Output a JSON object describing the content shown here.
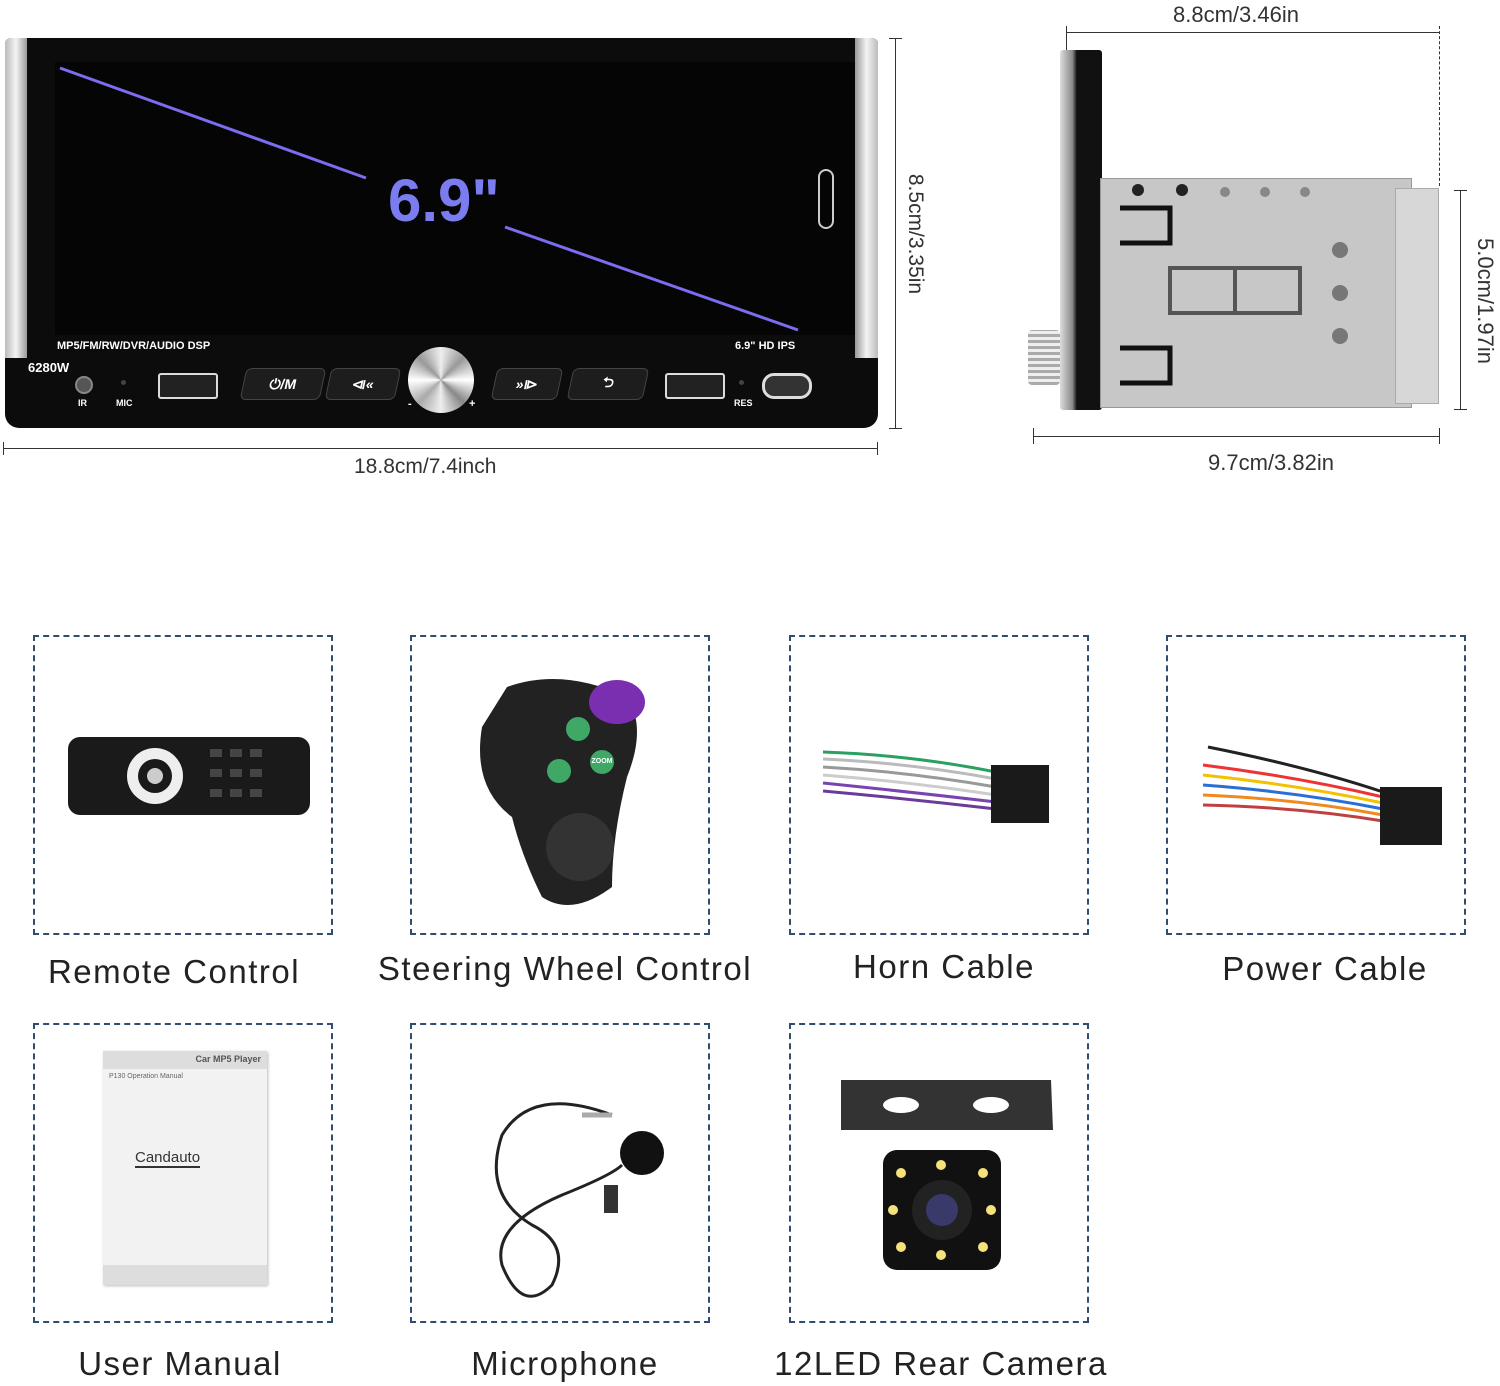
{
  "front_view": {
    "screen_size": "6.9\"",
    "feature_text": "MP5/FM/RW/DVR/AUDIO DSP",
    "display_text": "6.9\" HD IPS",
    "model": "6280W",
    "port_labels": {
      "ir": "IR",
      "mic": "MIC",
      "res": "RES"
    },
    "buttons": [
      "⏻/M",
      "⧏«",
      "»⧐",
      "⮌"
    ],
    "knob_minus": "-",
    "knob_plus": "+",
    "width_label": "18.8cm/7.4inch",
    "height_label": "8.5cm/3.35in"
  },
  "side_view": {
    "depth_top_label": "8.8cm/3.46in",
    "height_label": "5.0cm/1.97in",
    "depth_bottom_label": "9.7cm/3.82in"
  },
  "accessories": [
    {
      "label": "Remote Control",
      "icon": "remote-control"
    },
    {
      "label": "Steering Wheel Control",
      "icon": "steering-wheel-remote",
      "button_text": "ZOOM"
    },
    {
      "label": "Horn Cable",
      "icon": "horn-cable"
    },
    {
      "label": "Power Cable",
      "icon": "power-cable"
    },
    {
      "label": "User Manual",
      "icon": "manual",
      "cover_title": "Car MP5 Player",
      "cover_subtitle": "P130 Operation Manual",
      "brand": "Candauto"
    },
    {
      "label": "Microphone",
      "icon": "microphone"
    },
    {
      "label": "12LED Rear Camera",
      "icon": "rear-camera"
    }
  ],
  "colors": {
    "accent": "#7b7cf0",
    "dashed_border": "#2f4d6e"
  }
}
